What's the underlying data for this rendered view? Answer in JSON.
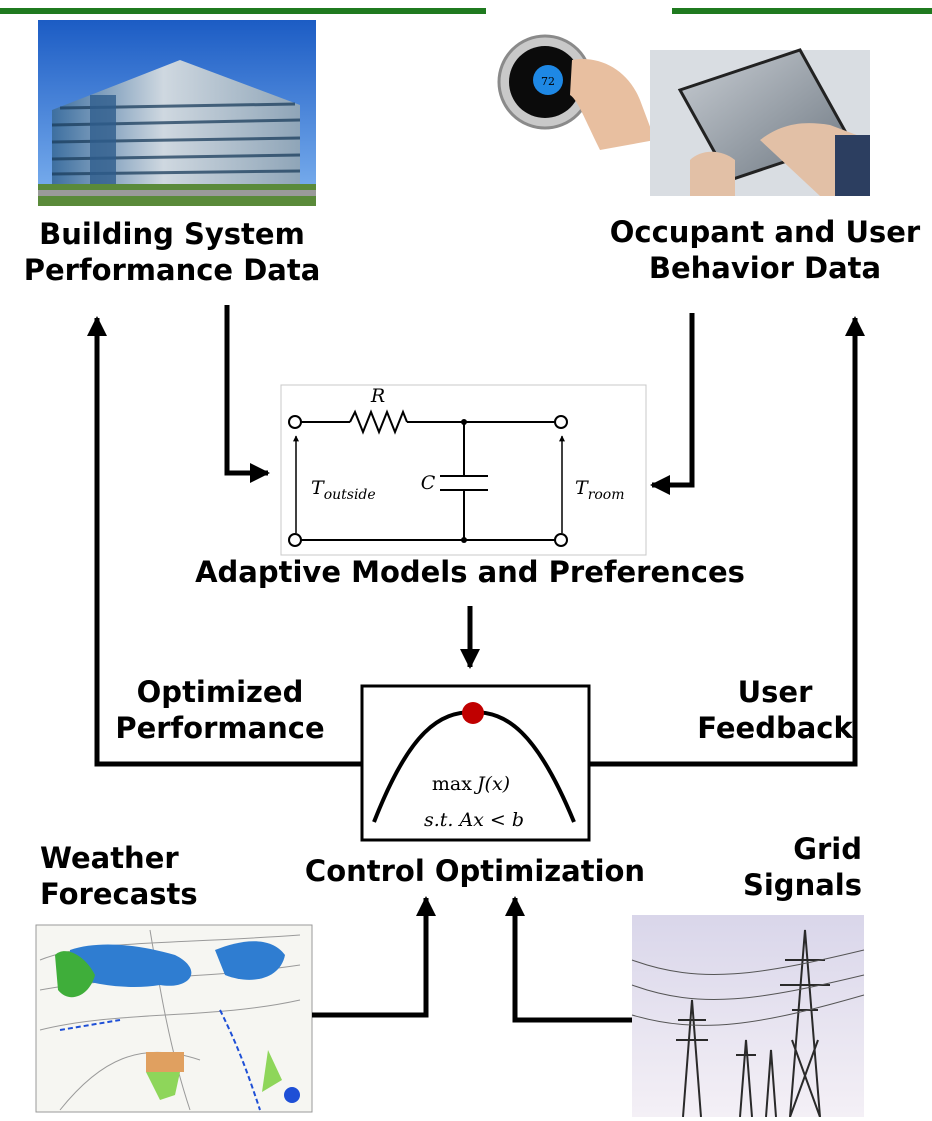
{
  "header": {
    "bar_color": "#1f7a1f"
  },
  "labels": {
    "building_line1": "Building System",
    "building_line2": "Performance Data",
    "occupant_line1": "Occupant and User",
    "occupant_line2": "Behavior Data",
    "adaptive": "Adaptive Models and Preferences",
    "optimized_line1": "Optimized",
    "optimized_line2": "Performance",
    "user_feedback_line1": "User",
    "user_feedback_line2": "Feedback",
    "control": "Control Optimization",
    "weather_line1": "Weather",
    "weather_line2": "Forecasts",
    "grid_line1": "Grid",
    "grid_line2": "Signals"
  },
  "circuit": {
    "resistor": "R",
    "capacitor": "C",
    "t_outside_base": "T",
    "t_outside_sub": "outside",
    "t_room_base": "T",
    "t_room_sub": "room"
  },
  "optimization": {
    "objective_op": "max",
    "objective_fn": "J(x)",
    "constraint": "s.t. Ax < b",
    "optimum_color": "#c00000"
  },
  "thermostat": {
    "display": "72"
  },
  "icons": [
    "office-building-photo",
    "thermostat-photo",
    "tablet-photo",
    "weather-map-photo",
    "power-tower-photo"
  ]
}
